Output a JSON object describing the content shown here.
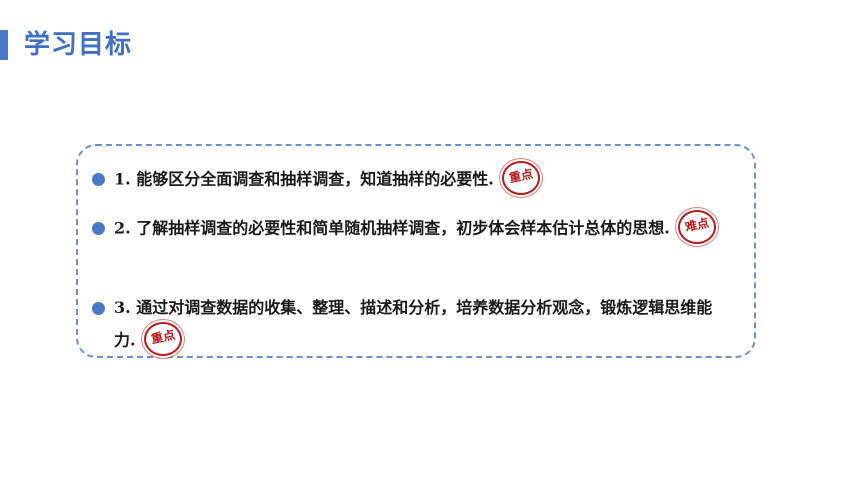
{
  "header": {
    "title": "学习目标"
  },
  "objectives": [
    {
      "text": "1. 能够区分全面调查和抽样调查，知道抽样的必要性.",
      "tag": "重点"
    },
    {
      "text": "2. 了解抽样调查的必要性和简单随机抽样调查，初步体会样本估计总体的思想.",
      "tag": "难点"
    },
    {
      "text": "3. 通过对调查数据的收集、整理、描述和分析，培养数据分析观念，锻炼逻辑思维能力.",
      "tag": "重点"
    }
  ],
  "colors": {
    "accent": "#4a78c8",
    "stamp": "#b91c1c"
  }
}
